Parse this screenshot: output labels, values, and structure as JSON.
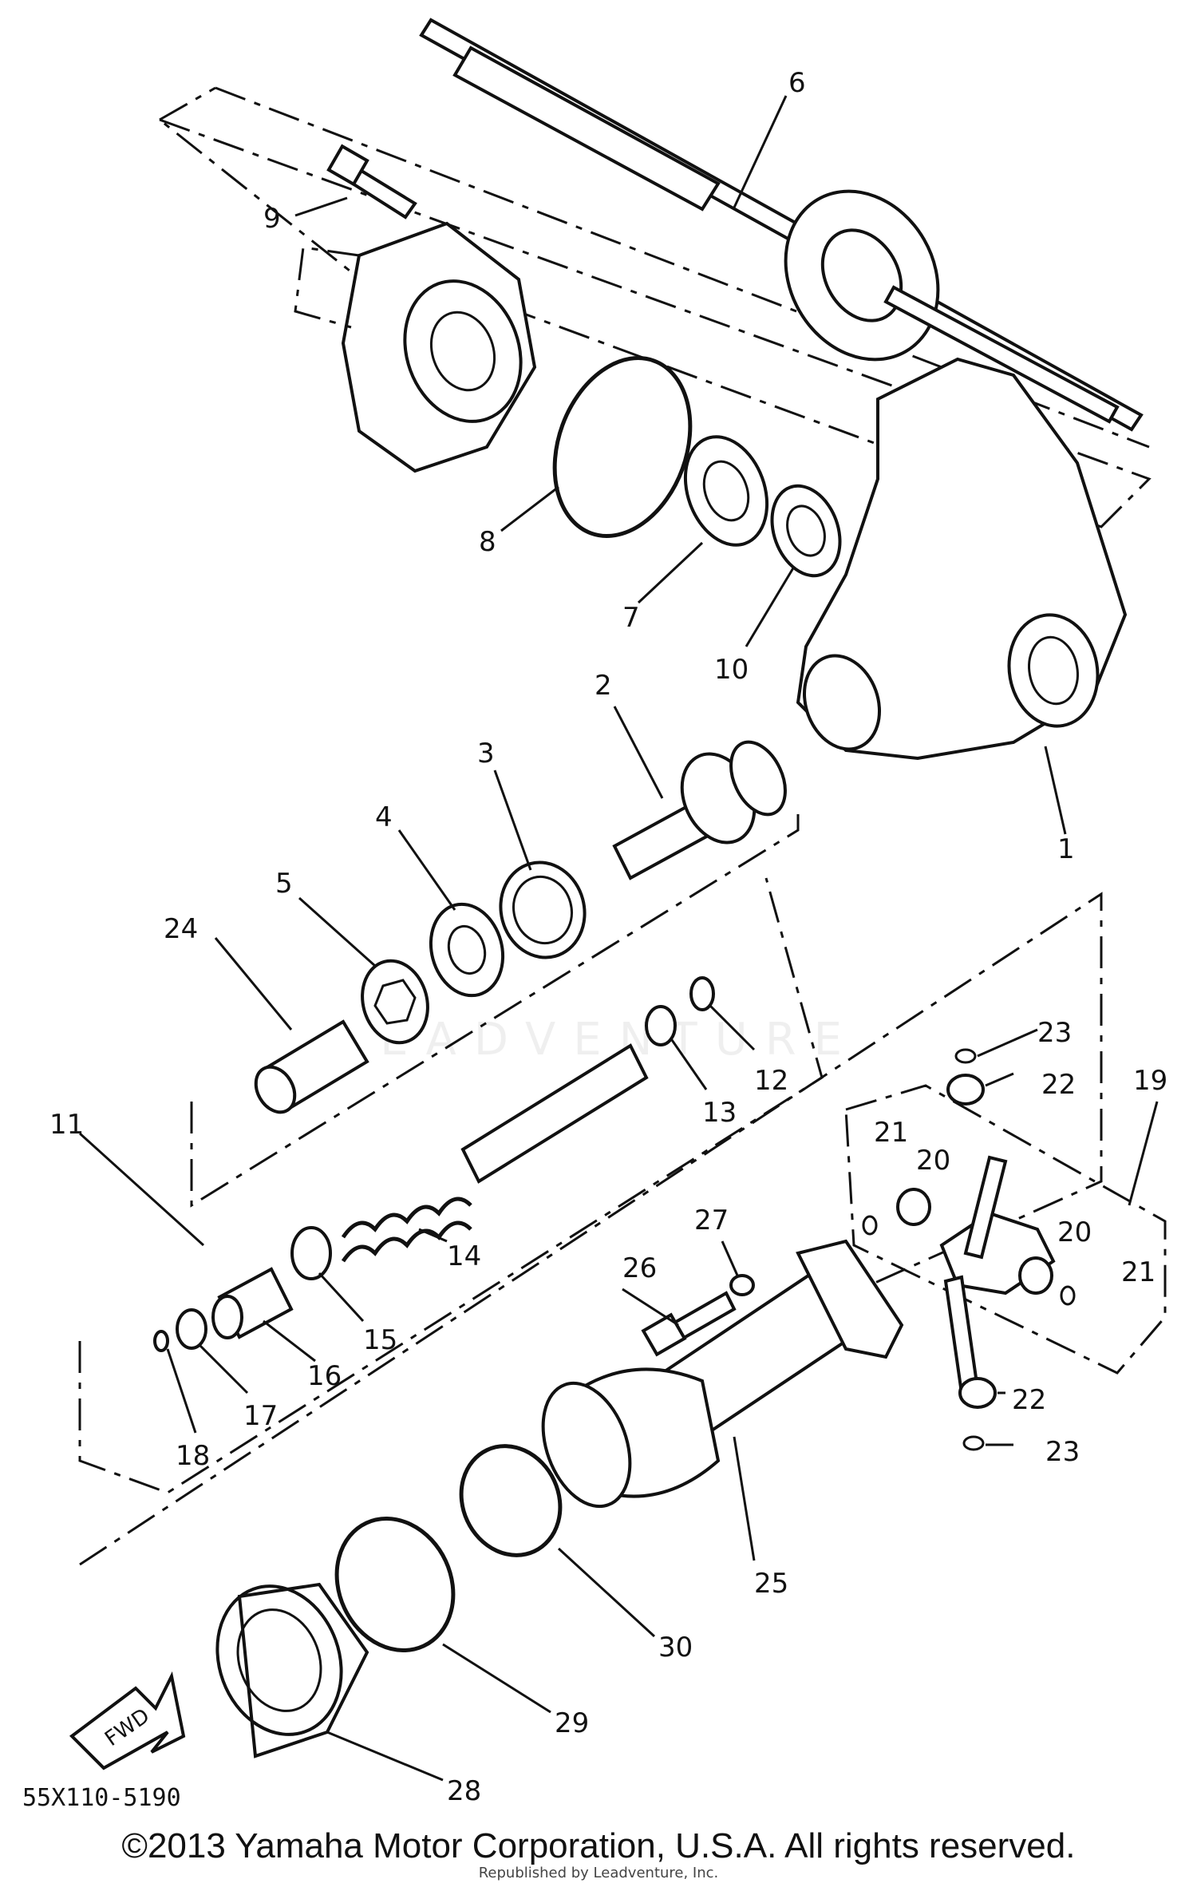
{
  "diagram": {
    "parts": [
      {
        "id": "label-1",
        "text": "1"
      },
      {
        "id": "label-2",
        "text": "2"
      },
      {
        "id": "label-3",
        "text": "3"
      },
      {
        "id": "label-4",
        "text": "4"
      },
      {
        "id": "label-5",
        "text": "5"
      },
      {
        "id": "label-6",
        "text": "6"
      },
      {
        "id": "label-7",
        "text": "7"
      },
      {
        "id": "label-8",
        "text": "8"
      },
      {
        "id": "label-9",
        "text": "9"
      },
      {
        "id": "label-10",
        "text": "10"
      },
      {
        "id": "label-11",
        "text": "11"
      },
      {
        "id": "label-12",
        "text": "12"
      },
      {
        "id": "label-13",
        "text": "13"
      },
      {
        "id": "label-14",
        "text": "14"
      },
      {
        "id": "label-15",
        "text": "15"
      },
      {
        "id": "label-16",
        "text": "16"
      },
      {
        "id": "label-17",
        "text": "17"
      },
      {
        "id": "label-18",
        "text": "18"
      },
      {
        "id": "label-19",
        "text": "19"
      },
      {
        "id": "label-20a",
        "text": "20"
      },
      {
        "id": "label-20b",
        "text": "20"
      },
      {
        "id": "label-21a",
        "text": "21"
      },
      {
        "id": "label-21b",
        "text": "21"
      },
      {
        "id": "label-22a",
        "text": "22"
      },
      {
        "id": "label-22b",
        "text": "22"
      },
      {
        "id": "label-23a",
        "text": "23"
      },
      {
        "id": "label-23b",
        "text": "23"
      },
      {
        "id": "label-24",
        "text": "24"
      },
      {
        "id": "label-25",
        "text": "25"
      },
      {
        "id": "label-26",
        "text": "26"
      },
      {
        "id": "label-27",
        "text": "27"
      },
      {
        "id": "label-28",
        "text": "28"
      },
      {
        "id": "label-29",
        "text": "29"
      },
      {
        "id": "label-30",
        "text": "30"
      }
    ],
    "fwd_label": "FWD",
    "diagram_code": "55X110-5190"
  },
  "watermark": "LEADVENTURE",
  "copyright": "©2013 Yamaha Motor Corporation, U.S.A. All rights reserved.",
  "republished": "Republished by Leadventure, Inc."
}
